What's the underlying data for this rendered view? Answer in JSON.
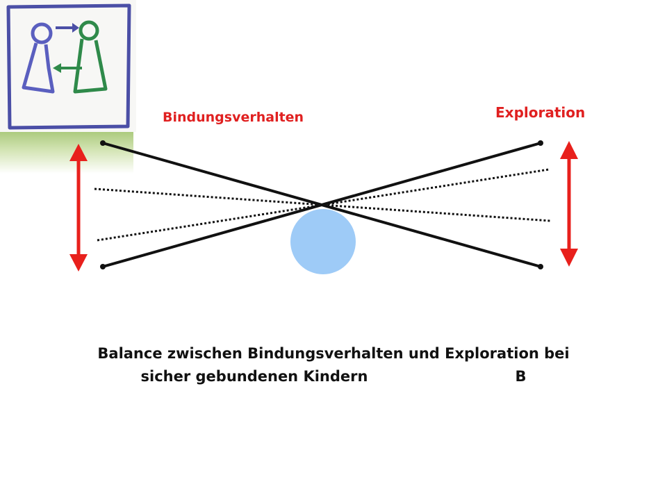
{
  "labels": {
    "left": "Bindungsverhalten",
    "right": "Exploration"
  },
  "caption": {
    "line1": "Balance zwischen Bindungsverhalten und Exploration bei",
    "line2": "sicher gebundenen Kindern                             B"
  },
  "icons": {
    "logo": "attachment-figures-icon",
    "pivot": "fulcrum-circle",
    "arrows": "double-headed-arrow-icon"
  },
  "colors": {
    "label": "#e02020",
    "arrow": "#e8201c",
    "pivot": "#9ecbf7",
    "line": "#111111",
    "logo_frame": "#4b4fa6",
    "figure_blue": "#5a5fbf",
    "figure_green": "#2f8a4a",
    "band": "#a9c97a"
  }
}
